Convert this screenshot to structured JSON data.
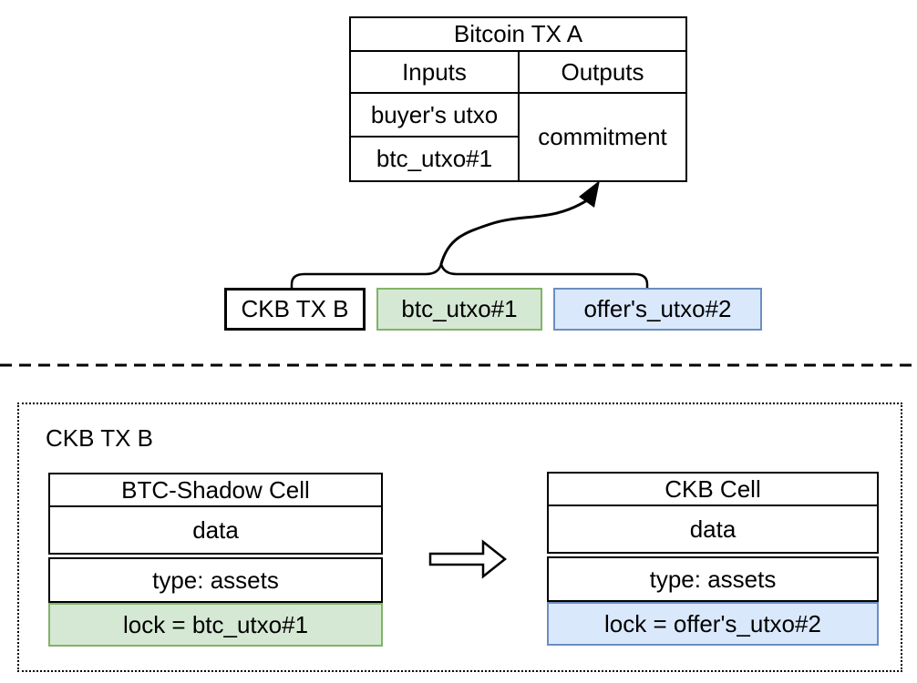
{
  "bitcoin_tx": {
    "title": "Bitcoin TX A",
    "inputs_header": "Inputs",
    "outputs_header": "Outputs",
    "input_rows": [
      {
        "label": "buyer's utxo",
        "color": "red"
      },
      {
        "label": "btc_utxo#1",
        "color": "green"
      }
    ],
    "output_label": "commitment"
  },
  "ckb_inputs_row": {
    "tx_label": "CKB TX B",
    "utxo_boxes": [
      {
        "label": "btc_utxo#1",
        "color": "green"
      },
      {
        "label": "offer's_utxo#2",
        "color": "blue"
      }
    ]
  },
  "ckb_tx_section": {
    "title": "CKB TX B",
    "btc_shadow_cell": {
      "title": "BTC-Shadow Cell",
      "data_row": "data",
      "type_row": "type: assets",
      "lock_row": "lock = btc_utxo#1"
    },
    "ckb_cell": {
      "title": "CKB Cell",
      "data_row": "data",
      "type_row": "type: assets",
      "lock_row": "lock = offer's_utxo#2"
    }
  },
  "colors": {
    "red_fill": "#f8cecc",
    "red_stroke": "#b85450",
    "green_fill": "#d5e8d4",
    "green_stroke": "#82b366",
    "blue_fill": "#dae8fc",
    "blue_stroke": "#6c8ebf",
    "line": "#000000",
    "background": "#ffffff"
  },
  "icons": {
    "brace": "brace-connector",
    "curved_arrow": "curved-arrow-to-commitment",
    "block_arrow": "right-block-arrow",
    "dashed_divider": "dashed-divider-line"
  }
}
